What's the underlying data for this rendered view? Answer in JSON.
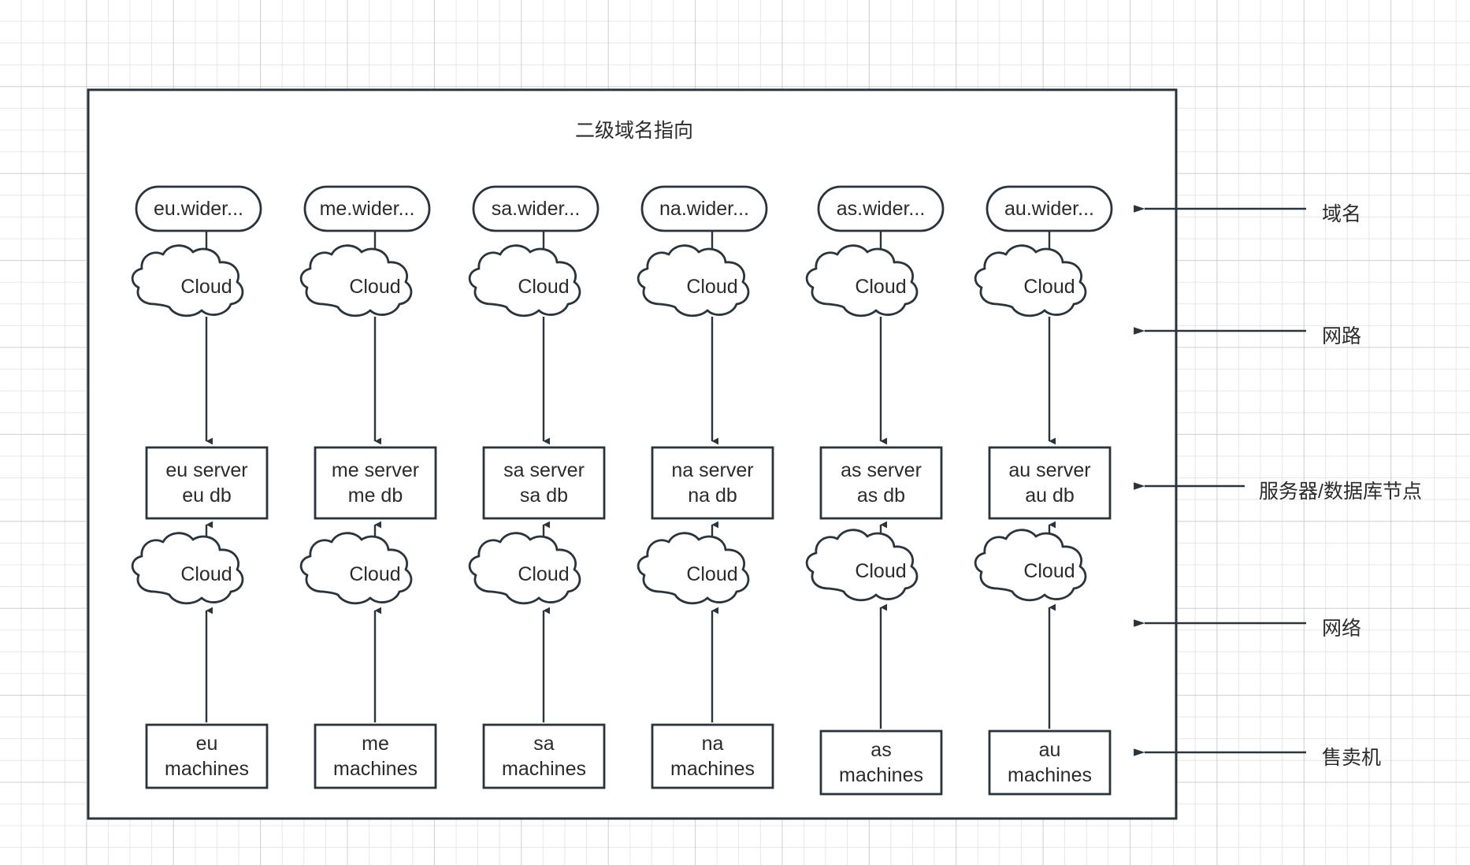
{
  "diagram": {
    "title": "二级域名指向",
    "frame_name": "outer-frame",
    "columns": [
      {
        "key": "eu",
        "domain": "eu.wider...",
        "cloud_top": "Cloud",
        "server": "eu server\neu db",
        "cloud_bottom": "Cloud",
        "machines": "eu\nmachines"
      },
      {
        "key": "me",
        "domain": "me.wider...",
        "cloud_top": "Cloud",
        "server": "me server\nme db",
        "cloud_bottom": "Cloud",
        "machines": "me\nmachines"
      },
      {
        "key": "sa",
        "domain": "sa.wider...",
        "cloud_top": "Cloud",
        "server": "sa server\nsa db",
        "cloud_bottom": "Cloud",
        "machines": "sa\nmachines"
      },
      {
        "key": "na",
        "domain": "na.wider...",
        "cloud_top": "Cloud",
        "server": "na server\nna db",
        "cloud_bottom": "Cloud",
        "machines": "na\nmachines"
      },
      {
        "key": "as",
        "domain": "as.wider...",
        "cloud_top": "Cloud",
        "server": "as server\nas db",
        "cloud_bottom": "Cloud",
        "machines": "as\nmachines"
      },
      {
        "key": "au",
        "domain": "au.wider...",
        "cloud_top": "Cloud",
        "server": "au server\nau db",
        "cloud_bottom": "Cloud",
        "machines": "au\nmachines"
      }
    ],
    "side_labels": [
      {
        "key": "domain",
        "text": "域名"
      },
      {
        "key": "netpath",
        "text": "网路"
      },
      {
        "key": "server",
        "text": "服务器/数据库节点"
      },
      {
        "key": "network",
        "text": "网络"
      },
      {
        "key": "vending",
        "text": "售卖机"
      }
    ],
    "colors": {
      "stroke": "#2b333b",
      "text": "#2b2b2b",
      "fill": "#ffffff",
      "grid_minor": "#e4e4e4",
      "grid_major": "#bebebe"
    }
  }
}
